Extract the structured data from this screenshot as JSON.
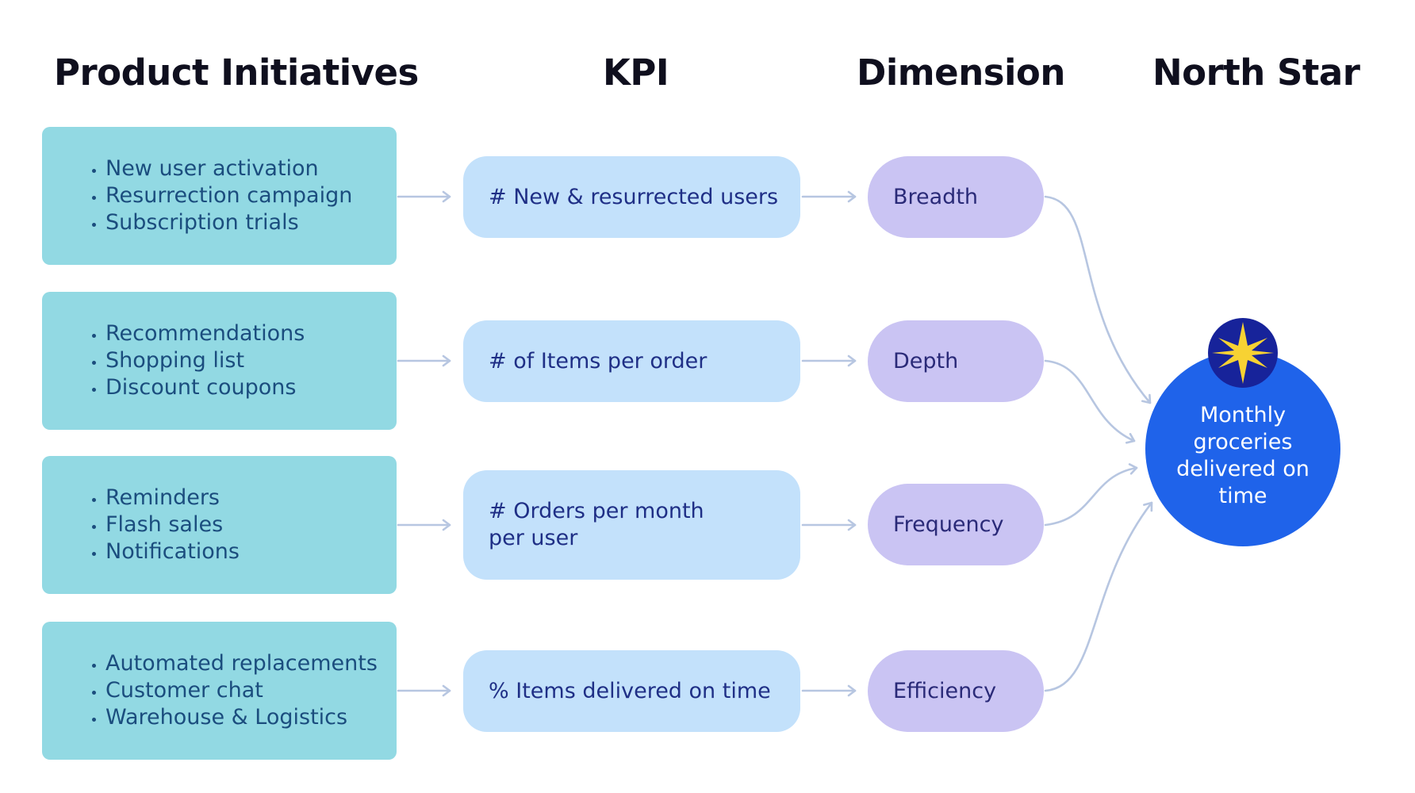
{
  "headings": {
    "initiatives": "Product Initiatives",
    "kpi": "KPI",
    "dimension": "Dimension",
    "north_star": "North Star"
  },
  "rows": [
    {
      "initiatives": [
        "New user activation",
        "Resurrection campaign",
        "Subscription trials"
      ],
      "kpi": "# New & resurrected users",
      "dimension": "Breadth"
    },
    {
      "initiatives": [
        "Recommendations",
        "Shopping list",
        "Discount coupons"
      ],
      "kpi": "# of Items per order",
      "dimension": "Depth"
    },
    {
      "initiatives": [
        "Reminders",
        "Flash sales",
        "Notifications"
      ],
      "kpi_lines": [
        "# Orders per month",
        "per user"
      ],
      "dimension": "Frequency"
    },
    {
      "initiatives": [
        "Automated replacements",
        "Customer chat",
        "Warehouse & Logistics"
      ],
      "kpi": "% Items delivered on time",
      "dimension": "Efficiency"
    }
  ],
  "north_star": {
    "lines": [
      "Monthly",
      "groceries",
      "delivered on",
      "time"
    ],
    "icon": "star-icon"
  },
  "colors": {
    "initiative_fill": "#92d9e3",
    "kpi_fill": "#c3e1fb",
    "dimension_fill": "#cac4f3",
    "north_star_fill": "#1f63ea",
    "badge_fill": "#17239a",
    "star_fill": "#f7d233",
    "arrow": "#b7c6e1"
  }
}
